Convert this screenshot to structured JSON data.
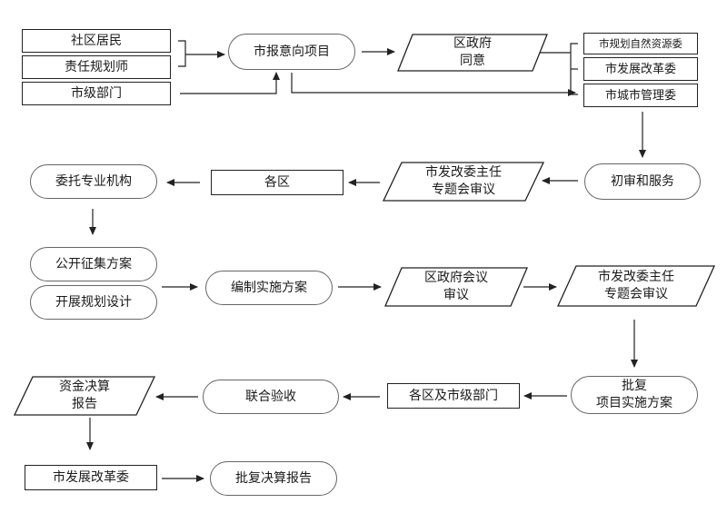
{
  "nodes": {
    "shequ_jumin": "社区居民",
    "zeren_guihuashi": "责任规划师",
    "shiji_bumen_top": "市级部门",
    "shi_bao_yixiang": "市报意向项目",
    "qu_zhengfu_tongyi_1": "区政府",
    "qu_zhengfu_tongyi_2": "同意",
    "shi_guihua_ziran": "市规划自然资源委",
    "shi_fazhan_gaige_top": "市发展改革委",
    "shi_chengshi_guanli": "市城市管理委",
    "chushen_fuwu": "初审和服务",
    "zhuanti_1_line1": "市发改委主任",
    "zhuanti_1_line2": "专题会审议",
    "ge_qu": "各区",
    "weituo_jigou": "委托专业机构",
    "gongkai_zhengji": "公开征集方案",
    "kaizhan_guihua": "开展规划设计",
    "bianzhi_fangan": "编制实施方案",
    "qu_huiyi_line1": "区政府会议",
    "qu_huiyi_line2": "审议",
    "zhuanti_2_line1": "市发改委主任",
    "zhuanti_2_line2": "专题会审议",
    "pifu_line1": "批复",
    "pifu_line2": "项目实施方案",
    "gequ_shiji": "各区及市级部门",
    "lianhe_yanshou": "联合验收",
    "zijin_line1": "资金决算",
    "zijin_line2": "报告",
    "shi_fazhan_gaige_bottom": "市发展改革委",
    "pifu_juesuan": "批复决算报告"
  },
  "colors": {
    "stroke": "#222222",
    "pill_stroke": "#666666",
    "background": "#ffffff"
  }
}
